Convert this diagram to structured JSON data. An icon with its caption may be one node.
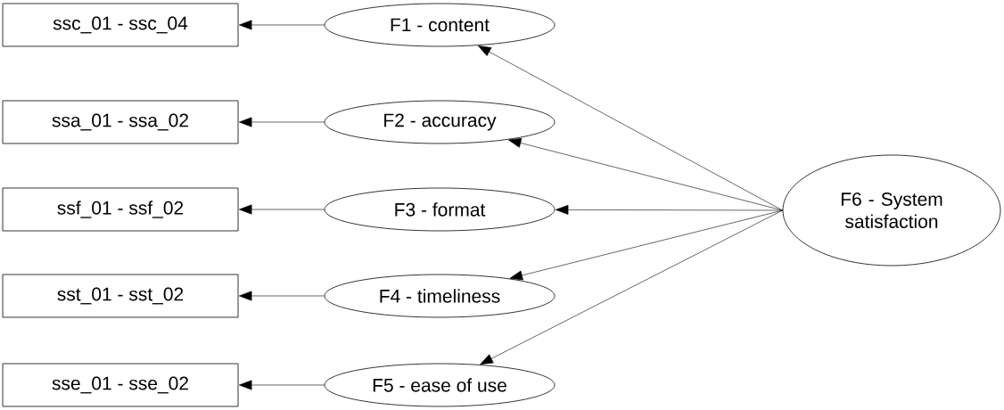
{
  "diagram": {
    "nodes": [
      {
        "text": [
          "ssc_01 - ssc_04"
        ]
      },
      {
        "text": [
          "F1 - content"
        ]
      },
      {
        "text": [
          "ssa_01 - ssa_02"
        ]
      },
      {
        "text": [
          "F2 - accuracy"
        ]
      },
      {
        "text": [
          "ssf_01 - ssf_02"
        ]
      },
      {
        "text": [
          "F3 - format"
        ]
      },
      {
        "text": [
          "sst_01 - sst_02"
        ]
      },
      {
        "text": [
          "F4 - timeliness"
        ]
      },
      {
        "text": [
          "sse_01 - sse_02"
        ]
      },
      {
        "text": [
          "F5 - ease of use"
        ]
      },
      {
        "text": [
          "F6 - System satisfaction"
        ]
      }
    ],
    "edges": [
      {
        "from": 1,
        "to": 0,
        "arrow": "to"
      },
      {
        "from": 3,
        "to": 2,
        "arrow": "to"
      },
      {
        "from": 5,
        "to": 4,
        "arrow": "to"
      },
      {
        "from": 7,
        "to": 6,
        "arrow": "to"
      },
      {
        "from": 9,
        "to": 8,
        "arrow": "to"
      },
      {
        "from": 10,
        "to": 1,
        "arrow": "to"
      },
      {
        "from": 10,
        "to": 3,
        "arrow": "to"
      },
      {
        "from": 10,
        "to": 5,
        "arrow": "to"
      },
      {
        "from": 10,
        "to": 7,
        "arrow": "to"
      },
      {
        "from": 10,
        "to": 9,
        "arrow": "to"
      }
    ]
  }
}
